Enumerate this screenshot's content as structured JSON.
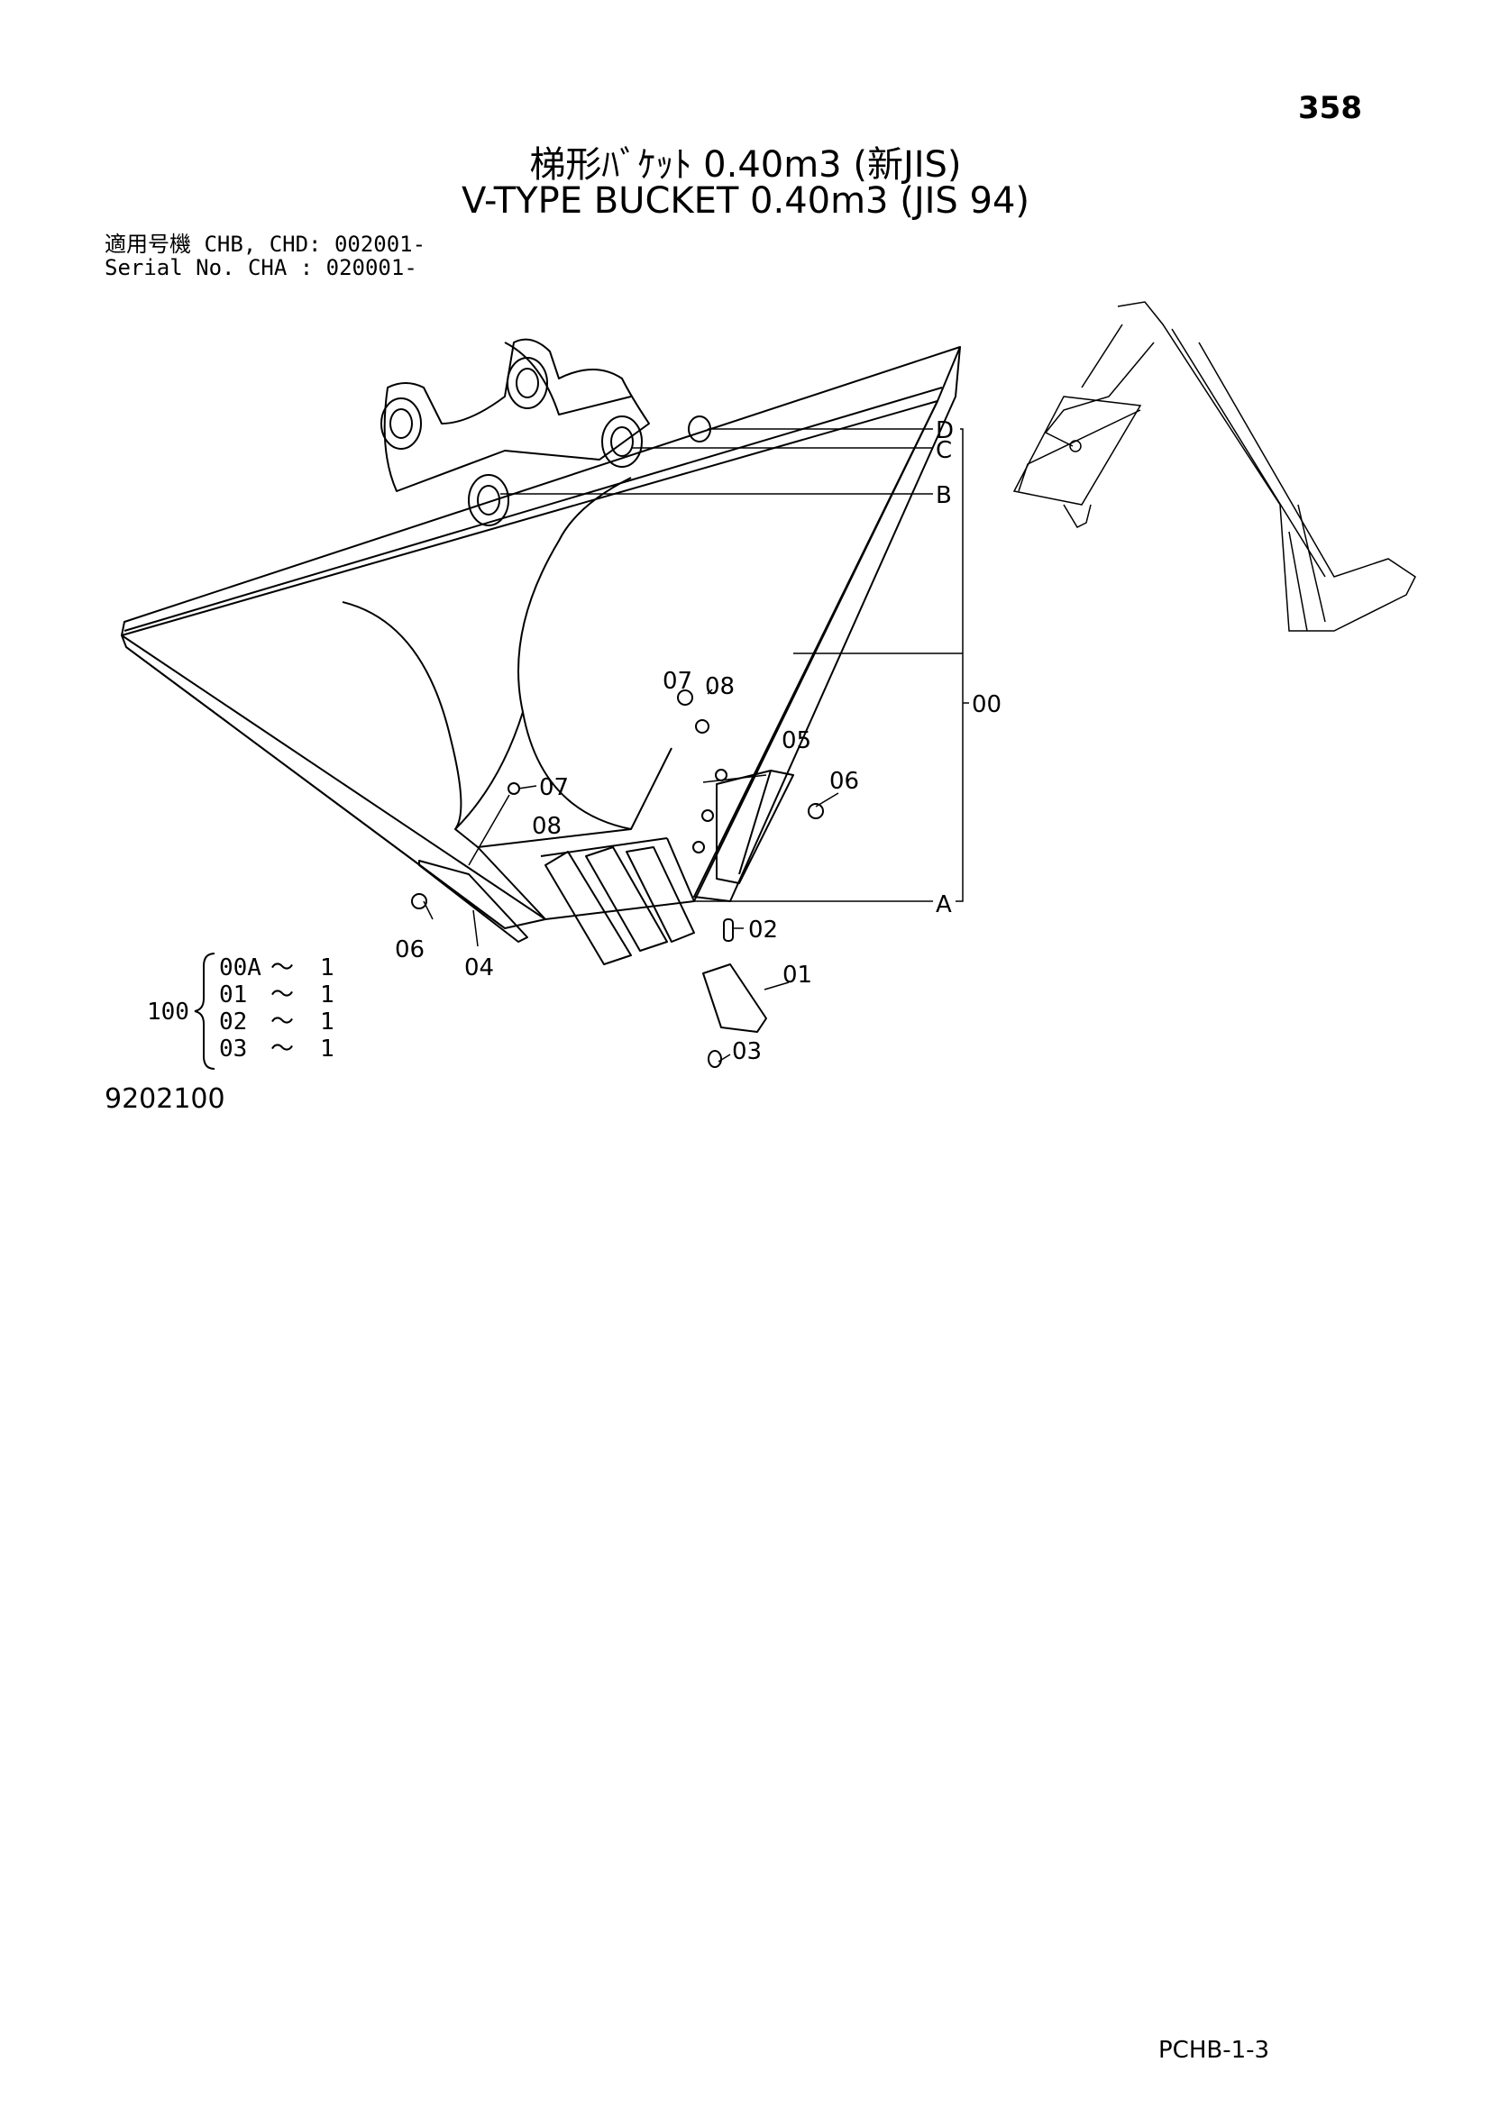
{
  "page_number": "358",
  "title_ja": "梯形ﾊﾞｹｯﾄ 0.40m3 (新JIS)",
  "title_en": "V-TYPE BUCKET 0.40m3 (JIS 94)",
  "serial_ja": "適用号機  CHB, CHD: 002001-",
  "serial_en": "Serial No. CHA     : 020001-",
  "callouts": {
    "D": "D",
    "C": "C",
    "B": "B",
    "A": "A",
    "p00": "00",
    "p01": "01",
    "p02": "02",
    "p03": "03",
    "p04": "04",
    "p05": "05",
    "p06a": "06",
    "p06b": "06",
    "p07a": "07",
    "p07b": "07",
    "p08a": "08",
    "p08b": "08"
  },
  "assembly": {
    "parent": "100",
    "rows": [
      {
        "part": "00A",
        "sym": "～",
        "qty": "1"
      },
      {
        "part": "01",
        "sym": "～",
        "qty": "1"
      },
      {
        "part": "02",
        "sym": "～",
        "qty": "1"
      },
      {
        "part": "03",
        "sym": "～",
        "qty": "1"
      }
    ]
  },
  "drawing_number": "9202100",
  "catalog_code": "PCHB-1-3"
}
